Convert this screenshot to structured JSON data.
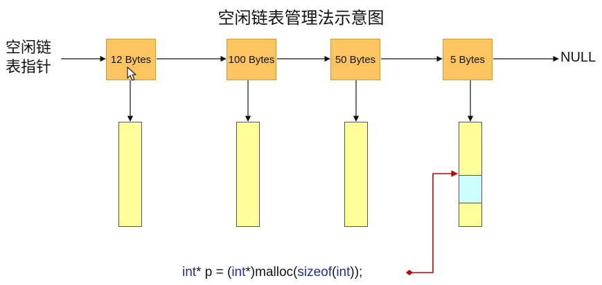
{
  "title": "空闲链表管理法示意图",
  "head_pointer": {
    "line1": "空闲链",
    "line2": "表指针"
  },
  "nodes": [
    {
      "label": "12 Bytes"
    },
    {
      "label": "100 Bytes"
    },
    {
      "label": "50 Bytes"
    },
    {
      "label": "5 Bytes"
    }
  ],
  "terminator": "NULL",
  "code": {
    "t1": "int",
    "t2": "* p = (",
    "t3": "int",
    "t4": "*)malloc(",
    "t5": "sizeof",
    "t6": "(",
    "t7": "int",
    "t8": "));"
  },
  "colors": {
    "node_fill": "#fcc55f",
    "block_fill": "#ffff99",
    "allocated_fill": "#ccffff",
    "pointer_arrow": "#c00000",
    "keyword": "#1a2f9e"
  },
  "icons": [
    "mouse-cursor-icon"
  ]
}
